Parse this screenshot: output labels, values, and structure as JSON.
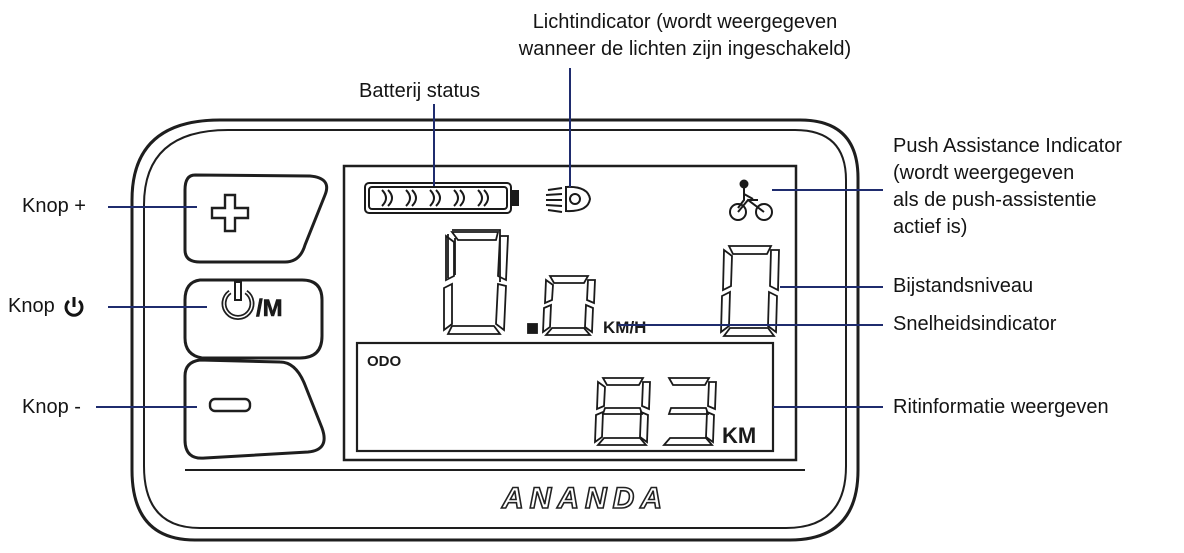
{
  "callouts": {
    "light_indicator": [
      "Lichtindicator (wordt weergegeven",
      "wanneer de lichten zijn ingeschakeld)"
    ],
    "battery_status": "Batterij status",
    "push_assistance": [
      "Push Assistance Indicator",
      "(wordt weergegeven",
      "als de push-assistentie",
      "actief is)"
    ],
    "assist_level": "Bijstandsniveau",
    "speed_indicator": "Snelheidsindicator",
    "trip_info": "Ritinformatie weergeven",
    "button_plus": "Knop +",
    "button_power": "Knop",
    "button_minus": "Knop -"
  },
  "display": {
    "speed_unit": "KM/H",
    "trip_label": "ODO",
    "trip_unit": "KM",
    "mode_label": "/M",
    "brand": "ANANDA"
  },
  "icons": [
    "plus-icon",
    "power-icon",
    "minus-icon",
    "battery-icon",
    "light-icon",
    "push-assist-icon"
  ]
}
